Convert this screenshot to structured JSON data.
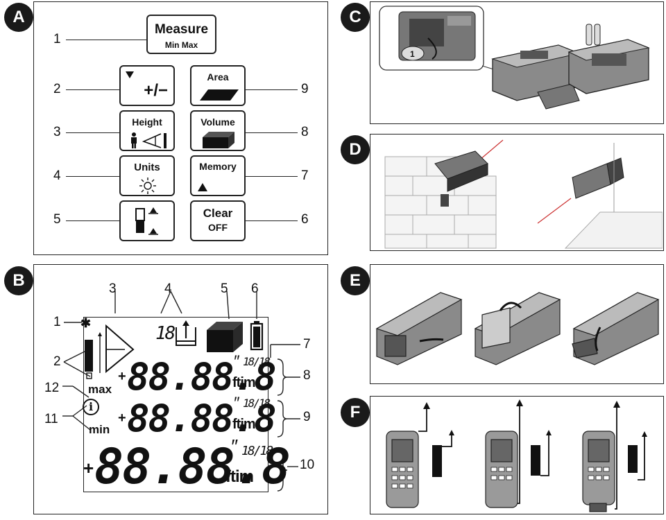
{
  "panels": {
    "a": "A",
    "b": "B",
    "c": "C",
    "d": "D",
    "e": "E",
    "f": "F"
  },
  "keypad": {
    "measure_title": "Measure",
    "measure_sub": "Min Max",
    "plusminus": "+/−",
    "area": "Area",
    "height": "Height",
    "volume": "Volume",
    "units": "Units",
    "memory": "Memory",
    "clear": "Clear",
    "clear_sub": "OFF",
    "left_numbers": [
      "1",
      "2",
      "3",
      "4",
      "5"
    ],
    "right_numbers": [
      "9",
      "8",
      "7",
      "6"
    ]
  },
  "display": {
    "callouts": [
      "1",
      "2",
      "3",
      "4",
      "5",
      "6",
      "7",
      "8",
      "9",
      "10",
      "11",
      "12"
    ],
    "max_label": "max",
    "min_label": "min",
    "digits": "88.88.8",
    "digits_big": "88.88.8",
    "unit_text": "ftim",
    "frac": "18/18",
    "small_seg": "18",
    "plus": "+",
    "inch_mark": "″"
  },
  "icons": [
    "triangle-down-icon",
    "person-icon",
    "angle-icon",
    "sun-icon",
    "triangle-up-icon",
    "tilt-icon",
    "snowflake-icon",
    "battery-icon",
    "volume-box-icon",
    "area-icon"
  ]
}
